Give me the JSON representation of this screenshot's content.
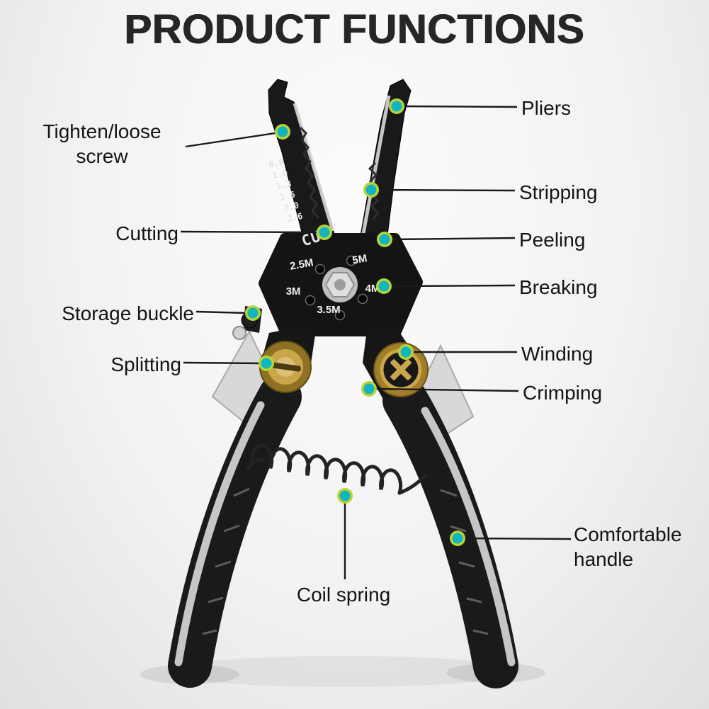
{
  "title": "PRODUCT FUNCTIONS",
  "labels": {
    "tighten_screw": "Tighten/loose screw",
    "cutting": "Cutting",
    "storage_buckle": "Storage buckle",
    "splitting": "Splitting",
    "coil_spring": "Coil spring",
    "pliers": "Pliers",
    "stripping": "Stripping",
    "peeling": "Peeling",
    "breaking": "Breaking",
    "winding": "Winding",
    "crimping": "Crimping",
    "comfortable_handle": "Comfortable handle"
  },
  "tool_markings": {
    "gauge_sizes": [
      "0.8",
      "1.0",
      "1.3",
      "1.6",
      "2.0",
      "2.6"
    ],
    "cut_label": "CUT",
    "hole_sizes": [
      "2.5M",
      "5M",
      "3M",
      "4M",
      "3.5M"
    ]
  },
  "colors": {
    "marker_dot": "#12b5bf",
    "marker_ring": "#b6d435",
    "title_text": "#262626",
    "label_text": "#141414",
    "tool_body": "#191919",
    "brass": "#c9a84c",
    "handle_stripe": "#c6c6c6"
  }
}
